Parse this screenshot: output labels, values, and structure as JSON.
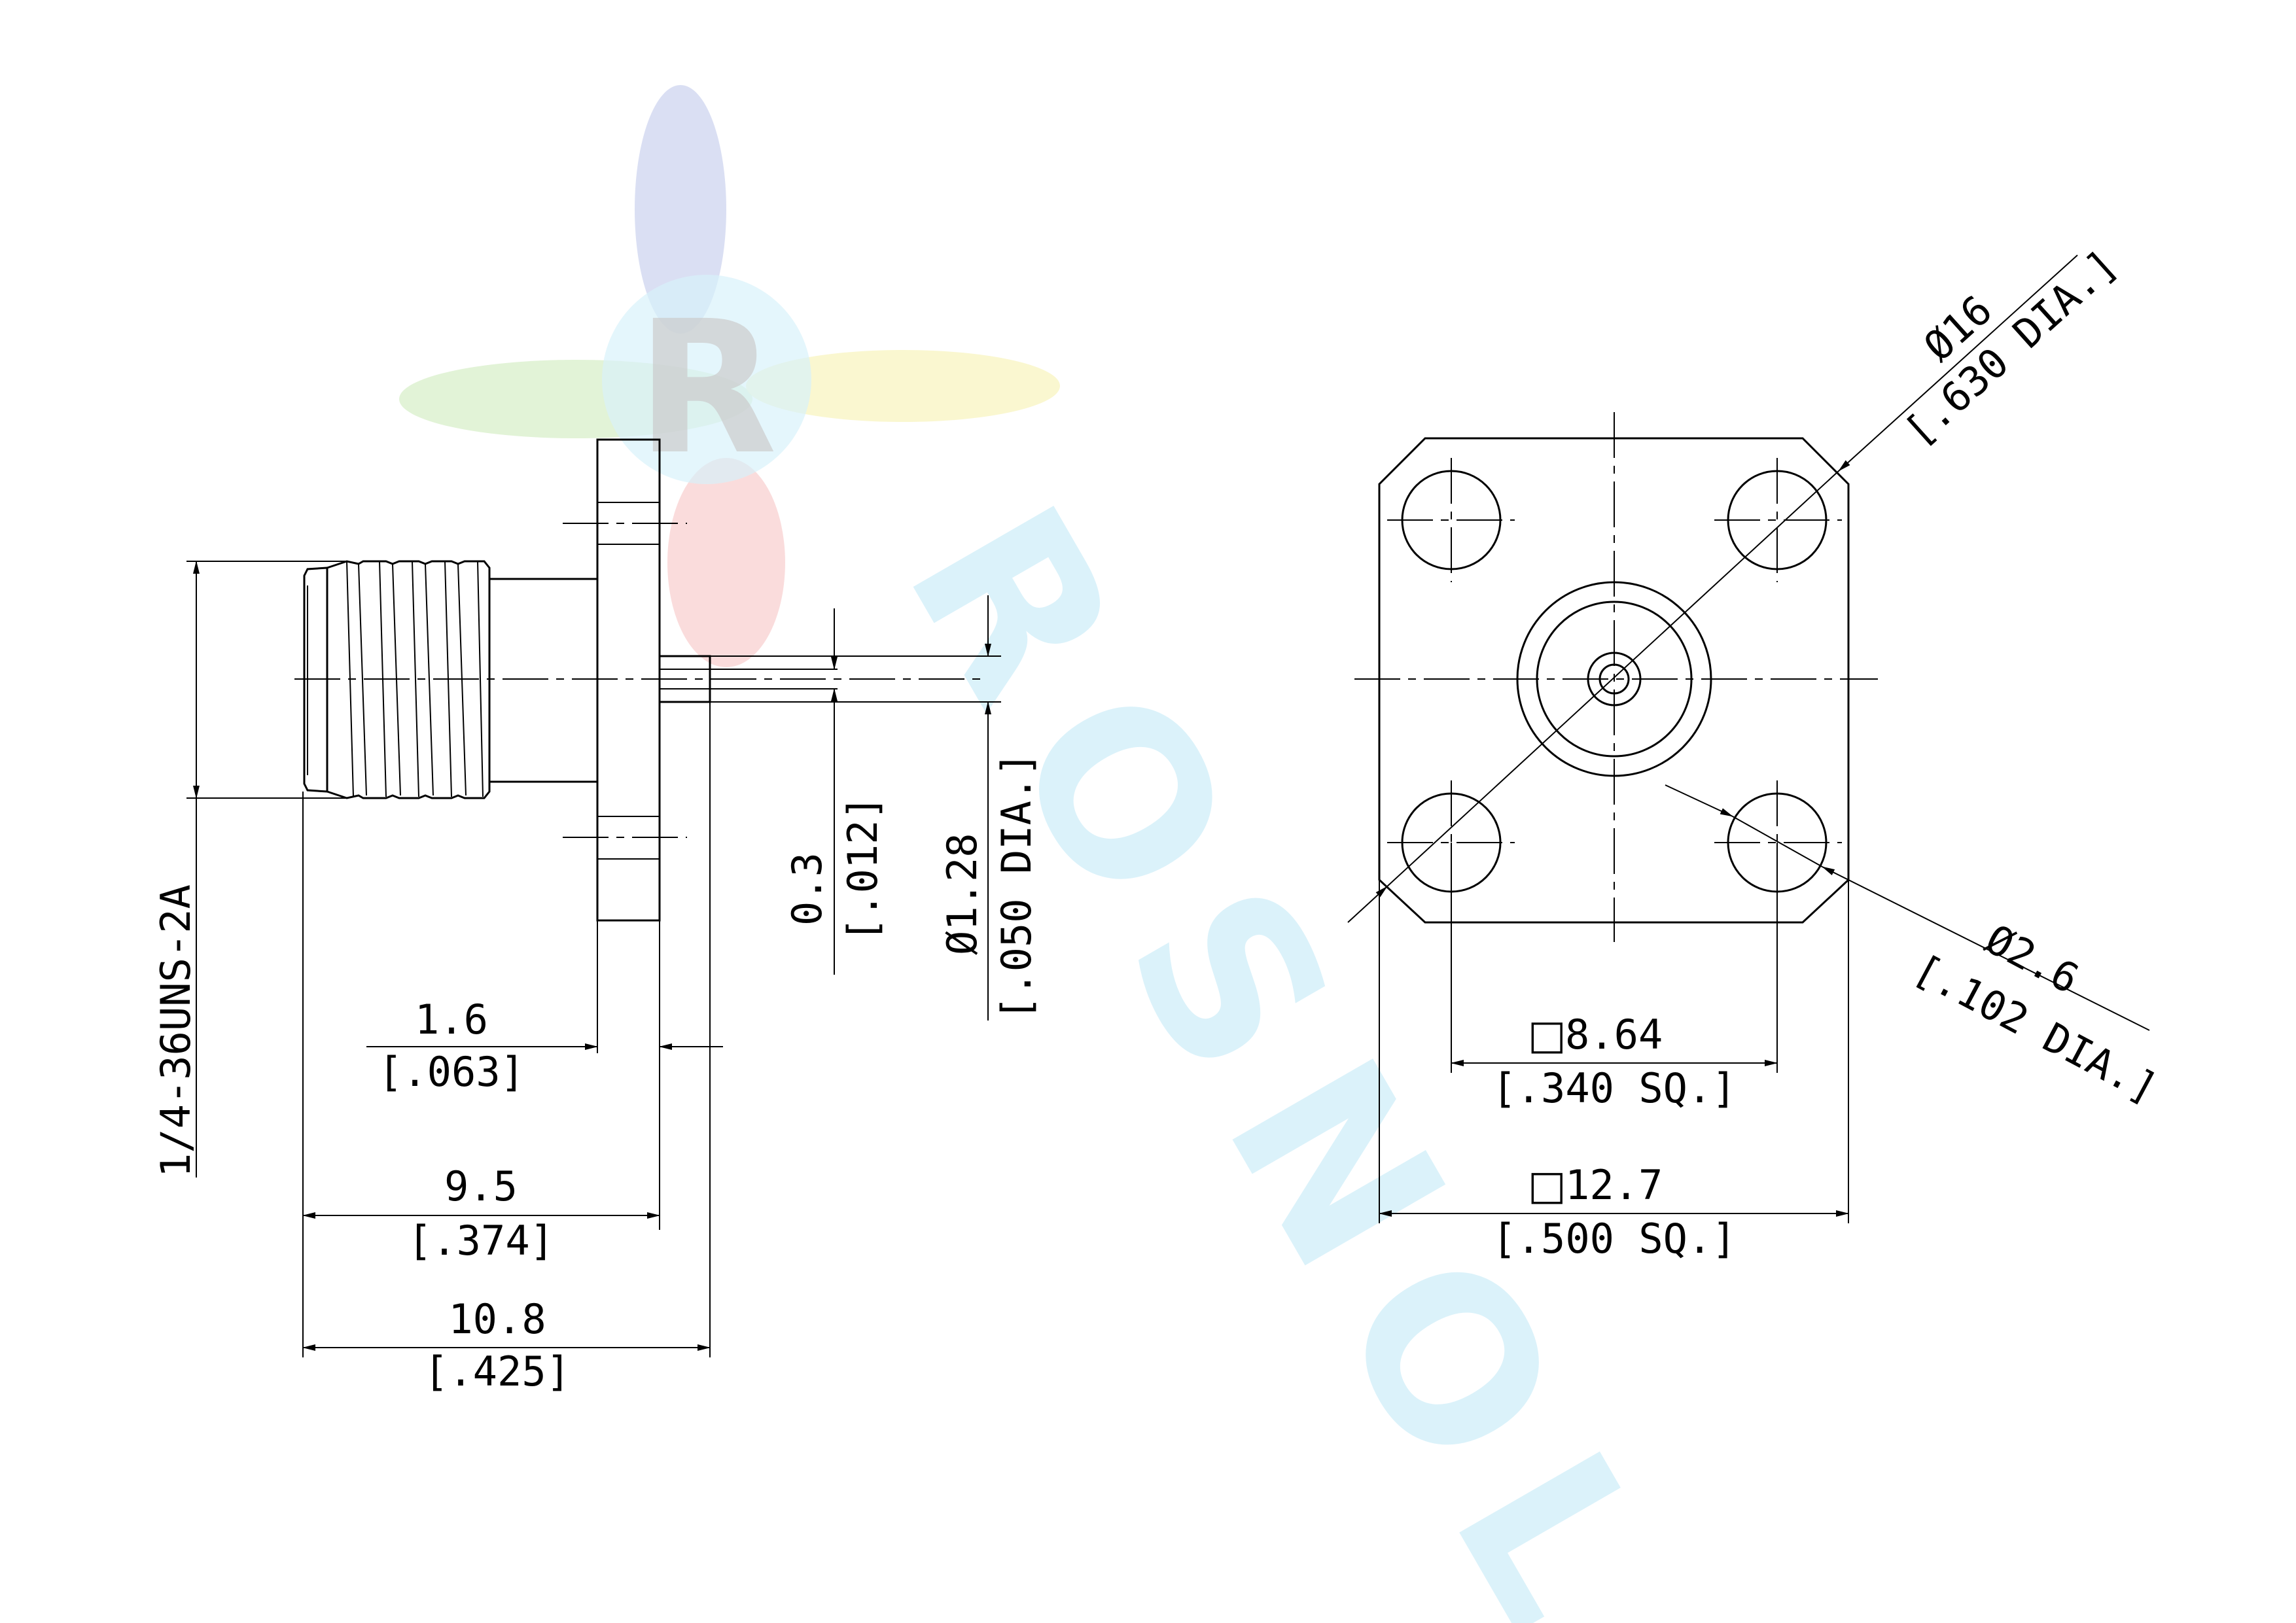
{
  "watermark": {
    "logo_letter": "R",
    "brand": "ROSNOL"
  },
  "colors": {
    "line": "#000000",
    "watermark_cyan": "#bfe8f7",
    "logo_blue": "#9aa7e0",
    "logo_green": "#b9e3a0",
    "logo_yellow": "#f5ef9c",
    "logo_red": "#f3a0a0"
  },
  "side_view": {
    "thread": {
      "label": "1/4-36UNS-2A"
    },
    "flange_thickness": {
      "mm": "1.6",
      "inch": "[.063]"
    },
    "body_length": {
      "mm": "9.5",
      "inch": "[.374]"
    },
    "overall_length": {
      "mm": "10.8",
      "inch": "[.425]"
    },
    "pin_step": {
      "mm": "0.3",
      "inch": "[.012]"
    },
    "pin_diameter": {
      "mm": "Ø1.28",
      "inch": "[.050 DIA.]"
    }
  },
  "front_view": {
    "bolt_circle": {
      "mm": "Ø16",
      "inch": "[.630 DIA.]"
    },
    "hole_diameter": {
      "mm": "Ø2.6",
      "inch": "[.102 DIA.]"
    },
    "hole_spacing": {
      "symbol": "□",
      "mm": "8.64",
      "inch": "[.340 SQ.]"
    },
    "flange_size": {
      "symbol": "□",
      "mm": "12.7",
      "inch": "[.500 SQ.]"
    }
  }
}
